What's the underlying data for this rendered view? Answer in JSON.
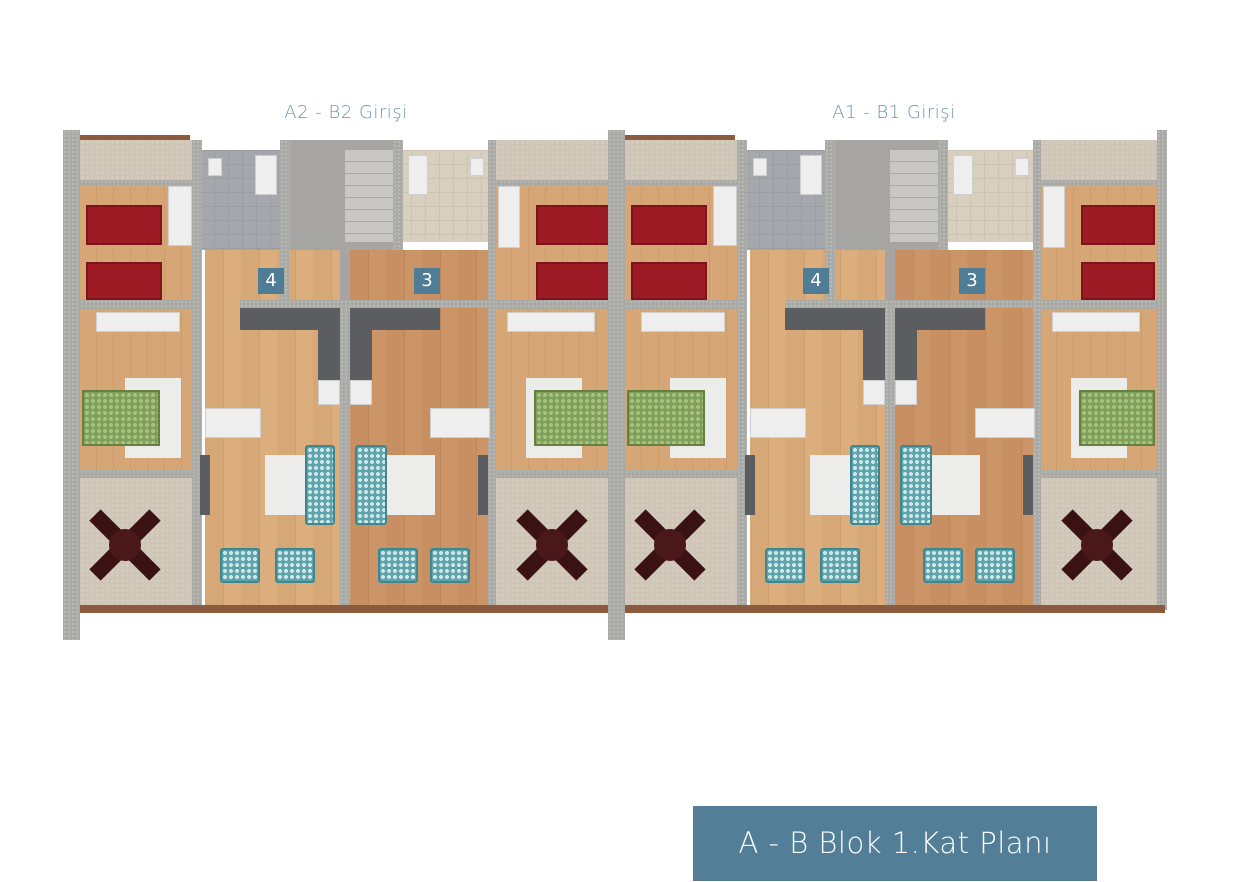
{
  "entrances": [
    {
      "label": "A2 - B2 Girişi"
    },
    {
      "label": "A1 - B1 Girişi"
    }
  ],
  "halves": [
    {
      "units": [
        {
          "number": "4"
        },
        {
          "number": "3"
        }
      ]
    },
    {
      "units": [
        {
          "number": "4"
        },
        {
          "number": "3"
        }
      ]
    }
  ],
  "title": "A - B  Blok 1.Kat Planı",
  "colors": {
    "accent": "#527f97",
    "label": "#6f93a8",
    "wall": "#a9a9a6",
    "bed": "#9c1b24"
  }
}
